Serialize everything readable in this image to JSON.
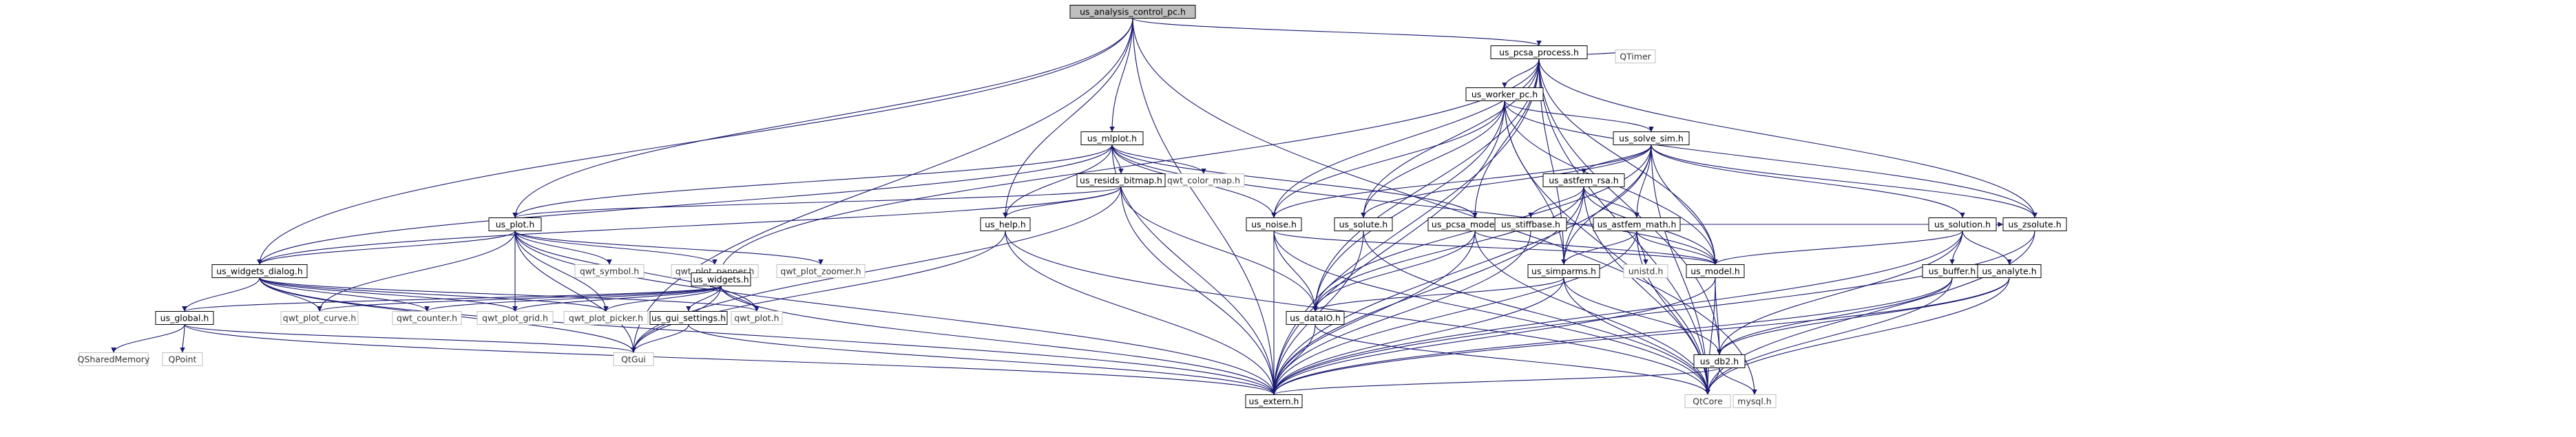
{
  "graph": {
    "nodes": [
      {
        "id": "root",
        "label": "us_analysis_control_pc.h",
        "root": true
      },
      {
        "id": "pcsa",
        "label": "us_pcsa_process.h"
      },
      {
        "id": "qtimer",
        "label": "QTimer",
        "external": true
      },
      {
        "id": "worker",
        "label": "us_worker_pc.h"
      },
      {
        "id": "mlplot",
        "label": "us_mlplot.h"
      },
      {
        "id": "solvesim",
        "label": "us_solve_sim.h"
      },
      {
        "id": "colormap",
        "label": "qwt_color_map.h",
        "external": true
      },
      {
        "id": "resids",
        "label": "us_resids_bitmap.h"
      },
      {
        "id": "noise",
        "label": "us_noise.h"
      },
      {
        "id": "solute",
        "label": "us_solute.h"
      },
      {
        "id": "modelrec",
        "label": "us_pcsa_modelrec.h"
      },
      {
        "id": "astfemrsa",
        "label": "us_astfem_rsa.h"
      },
      {
        "id": "zsolute",
        "label": "us_zsolute.h"
      },
      {
        "id": "plot",
        "label": "us_plot.h"
      },
      {
        "id": "help",
        "label": "us_help.h"
      },
      {
        "id": "stiffbase",
        "label": "us_stiffbase.h"
      },
      {
        "id": "astfemmath",
        "label": "us_astfem_math.h"
      },
      {
        "id": "solution",
        "label": "us_solution.h"
      },
      {
        "id": "widgetsdialog",
        "label": "us_widgets_dialog.h"
      },
      {
        "id": "qwtsymbol",
        "label": "qwt_symbol.h",
        "external": true
      },
      {
        "id": "panner",
        "label": "qwt_plot_panner.h",
        "external": true
      },
      {
        "id": "zoomer",
        "label": "qwt_plot_zoomer.h",
        "external": true
      },
      {
        "id": "widgets",
        "label": "us_widgets.h"
      },
      {
        "id": "unistd",
        "label": "unistd.h",
        "external": true
      },
      {
        "id": "model",
        "label": "us_model.h"
      },
      {
        "id": "buffer",
        "label": "us_buffer.h"
      },
      {
        "id": "analyte",
        "label": "us_analyte.h"
      },
      {
        "id": "simparms",
        "label": "us_simparms.h"
      },
      {
        "id": "global",
        "label": "us_global.h"
      },
      {
        "id": "curve",
        "label": "qwt_plot_curve.h",
        "external": true
      },
      {
        "id": "counter",
        "label": "qwt_counter.h",
        "external": true
      },
      {
        "id": "grid",
        "label": "qwt_plot_grid.h",
        "external": true
      },
      {
        "id": "picker",
        "label": "qwt_plot_picker.h",
        "external": true
      },
      {
        "id": "qwtplot",
        "label": "qwt_plot.h",
        "external": true
      },
      {
        "id": "guisettings",
        "label": "us_gui_settings.h"
      },
      {
        "id": "dataio",
        "label": "us_dataIO.h"
      },
      {
        "id": "db2",
        "label": "us_db2.h"
      },
      {
        "id": "sharedmem",
        "label": "QSharedMemory",
        "external": true
      },
      {
        "id": "qpoint",
        "label": "QPoint",
        "external": true
      },
      {
        "id": "qtgui",
        "label": "QtGui",
        "external": true
      },
      {
        "id": "extern",
        "label": "us_extern.h"
      },
      {
        "id": "qtcore",
        "label": "QtCore",
        "external": true
      },
      {
        "id": "mysql",
        "label": "mysql.h",
        "external": true
      }
    ],
    "edges": [
      [
        "root",
        "pcsa"
      ],
      [
        "root",
        "mlplot"
      ],
      [
        "root",
        "plot"
      ],
      [
        "root",
        "widgetsdialog"
      ],
      [
        "root",
        "help"
      ],
      [
        "root",
        "extern"
      ],
      [
        "root",
        "qtgui"
      ],
      [
        "root",
        "mysql"
      ],
      [
        "pcsa",
        "qtimer"
      ],
      [
        "pcsa",
        "worker"
      ],
      [
        "pcsa",
        "noise"
      ],
      [
        "pcsa",
        "solute"
      ],
      [
        "pcsa",
        "modelrec"
      ],
      [
        "pcsa",
        "simparms"
      ],
      [
        "pcsa",
        "zsolute"
      ],
      [
        "pcsa",
        "model"
      ],
      [
        "pcsa",
        "dataio"
      ],
      [
        "pcsa",
        "extern"
      ],
      [
        "pcsa",
        "qtcore"
      ],
      [
        "pcsa",
        "widgets"
      ],
      [
        "pcsa",
        "db2"
      ],
      [
        "worker",
        "solvesim"
      ],
      [
        "worker",
        "noise"
      ],
      [
        "worker",
        "solute"
      ],
      [
        "worker",
        "simparms"
      ],
      [
        "worker",
        "zsolute"
      ],
      [
        "worker",
        "model"
      ],
      [
        "worker",
        "dataio"
      ],
      [
        "worker",
        "extern"
      ],
      [
        "worker",
        "qtcore"
      ],
      [
        "mlplot",
        "colormap"
      ],
      [
        "mlplot",
        "resids"
      ],
      [
        "mlplot",
        "plot"
      ],
      [
        "mlplot",
        "help"
      ],
      [
        "mlplot",
        "widgetsdialog"
      ],
      [
        "mlplot",
        "noise"
      ],
      [
        "mlplot",
        "modelrec"
      ],
      [
        "mlplot",
        "model"
      ],
      [
        "mlplot",
        "extern"
      ],
      [
        "solvesim",
        "noise"
      ],
      [
        "solvesim",
        "solute"
      ],
      [
        "solvesim",
        "astfemrsa"
      ],
      [
        "solvesim",
        "zsolute"
      ],
      [
        "solvesim",
        "astfemmath"
      ],
      [
        "solvesim",
        "solution"
      ],
      [
        "solvesim",
        "model"
      ],
      [
        "solvesim",
        "simparms"
      ],
      [
        "solvesim",
        "dataio"
      ],
      [
        "solvesim",
        "extern"
      ],
      [
        "solvesim",
        "qtcore"
      ],
      [
        "resids",
        "plot"
      ],
      [
        "resids",
        "help"
      ],
      [
        "resids",
        "widgetsdialog"
      ],
      [
        "resids",
        "dataio"
      ],
      [
        "resids",
        "qtgui"
      ],
      [
        "resids",
        "extern"
      ],
      [
        "noise",
        "dataio"
      ],
      [
        "noise",
        "model"
      ],
      [
        "noise",
        "extern"
      ],
      [
        "noise",
        "qtcore"
      ],
      [
        "solute",
        "extern"
      ],
      [
        "solute",
        "qtcore"
      ],
      [
        "modelrec",
        "zsolute"
      ],
      [
        "modelrec",
        "model"
      ],
      [
        "modelrec",
        "dataio"
      ],
      [
        "modelrec",
        "extern"
      ],
      [
        "modelrec",
        "qtcore"
      ],
      [
        "astfemrsa",
        "stiffbase"
      ],
      [
        "astfemrsa",
        "astfemmath"
      ],
      [
        "astfemrsa",
        "model"
      ],
      [
        "astfemrsa",
        "simparms"
      ],
      [
        "astfemrsa",
        "dataio"
      ],
      [
        "astfemrsa",
        "extern"
      ],
      [
        "astfemrsa",
        "qtcore"
      ],
      [
        "zsolute",
        "extern"
      ],
      [
        "zsolute",
        "qtcore"
      ],
      [
        "plot",
        "widgetsdialog"
      ],
      [
        "plot",
        "qwtsymbol"
      ],
      [
        "plot",
        "panner"
      ],
      [
        "plot",
        "zoomer"
      ],
      [
        "plot",
        "curve"
      ],
      [
        "plot",
        "grid"
      ],
      [
        "plot",
        "picker"
      ],
      [
        "plot",
        "qwtplot"
      ],
      [
        "plot",
        "extern"
      ],
      [
        "plot",
        "qtgui"
      ],
      [
        "help",
        "extern"
      ],
      [
        "help",
        "qtgui"
      ],
      [
        "help",
        "qtcore"
      ],
      [
        "stiffbase",
        "extern"
      ],
      [
        "astfemmath",
        "unistd"
      ],
      [
        "astfemmath",
        "model"
      ],
      [
        "astfemmath",
        "simparms"
      ],
      [
        "astfemmath",
        "extern"
      ],
      [
        "astfemmath",
        "qtcore"
      ],
      [
        "solution",
        "buffer"
      ],
      [
        "solution",
        "analyte"
      ],
      [
        "solution",
        "model"
      ],
      [
        "solution",
        "db2"
      ],
      [
        "solution",
        "extern"
      ],
      [
        "widgetsdialog",
        "global"
      ],
      [
        "widgetsdialog",
        "curve"
      ],
      [
        "widgetsdialog",
        "counter"
      ],
      [
        "widgetsdialog",
        "grid"
      ],
      [
        "widgetsdialog",
        "picker"
      ],
      [
        "widgetsdialog",
        "qwtplot"
      ],
      [
        "widgetsdialog",
        "extern"
      ],
      [
        "widgetsdialog",
        "qtgui"
      ],
      [
        "widgets",
        "global"
      ],
      [
        "widgets",
        "guisettings"
      ],
      [
        "widgets",
        "qwtplot"
      ],
      [
        "widgets",
        "curve"
      ],
      [
        "widgets",
        "counter"
      ],
      [
        "widgets",
        "grid"
      ],
      [
        "widgets",
        "picker"
      ],
      [
        "widgets",
        "qtgui"
      ],
      [
        "widgets",
        "extern"
      ],
      [
        "model",
        "db2"
      ],
      [
        "model",
        "qtcore"
      ],
      [
        "model",
        "extern"
      ],
      [
        "buffer",
        "db2"
      ],
      [
        "buffer",
        "extern"
      ],
      [
        "buffer",
        "qtcore"
      ],
      [
        "analyte",
        "db2"
      ],
      [
        "analyte",
        "extern"
      ],
      [
        "analyte",
        "qtcore"
      ],
      [
        "simparms",
        "dataio"
      ],
      [
        "simparms",
        "db2"
      ],
      [
        "simparms",
        "extern"
      ],
      [
        "simparms",
        "qtcore"
      ],
      [
        "global",
        "sharedmem"
      ],
      [
        "global",
        "qpoint"
      ],
      [
        "global",
        "extern"
      ],
      [
        "global",
        "qtgui"
      ],
      [
        "guisettings",
        "extern"
      ],
      [
        "guisettings",
        "qtgui"
      ],
      [
        "dataio",
        "extern"
      ],
      [
        "dataio",
        "qtcore"
      ],
      [
        "db2",
        "mysql"
      ],
      [
        "db2",
        "extern"
      ],
      [
        "db2",
        "qtcore"
      ]
    ]
  }
}
